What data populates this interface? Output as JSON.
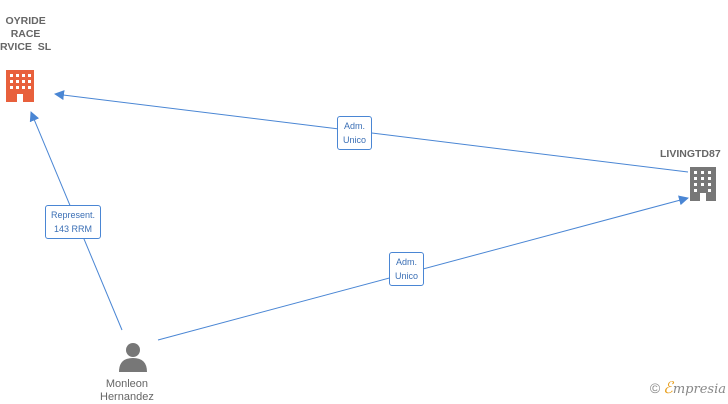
{
  "nodes": {
    "company_top": {
      "label": "OYRIDE\nRACE\nRVICE  SL",
      "icon": "building-icon",
      "color": "#e8603c"
    },
    "company_right": {
      "label": "LIVINGTD87",
      "icon": "building-icon",
      "color": "#777777"
    },
    "person": {
      "label": "Monleon\nHernandez",
      "icon": "person-icon",
      "color": "#777777"
    }
  },
  "edges": {
    "adm_top": {
      "label": "Adm.\nUnico"
    },
    "adm_bottom": {
      "label": "Adm.\nUnico"
    },
    "represent": {
      "label": "Represent.\n143 RRM"
    }
  },
  "colors": {
    "edge": "#4a86d4"
  },
  "brand": {
    "copyright": "©",
    "name_first": "ℰ",
    "name_rest": "mpresia"
  }
}
